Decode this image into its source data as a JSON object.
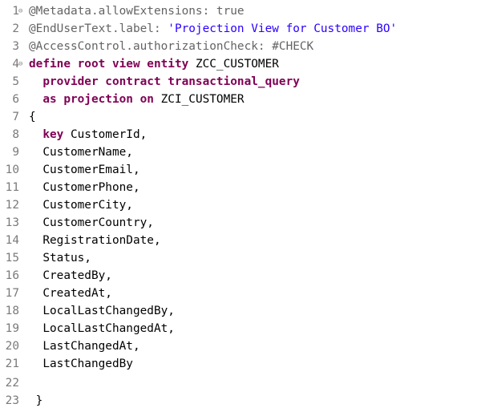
{
  "editor": {
    "lines": [
      {
        "num": "1",
        "fold": "⊖",
        "parts": [
          {
            "cls": "ann",
            "text": "@Metadata.allowExtensions: true"
          }
        ]
      },
      {
        "num": "2",
        "fold": "",
        "parts": [
          {
            "cls": "ann",
            "text": "@EndUserText.label: "
          },
          {
            "cls": "str",
            "text": "'Projection View for Customer BO'"
          }
        ]
      },
      {
        "num": "3",
        "fold": "",
        "parts": [
          {
            "cls": "ann",
            "text": "@AccessControl.authorizationCheck: #CHECK"
          }
        ]
      },
      {
        "num": "4",
        "fold": "⊖",
        "parts": [
          {
            "cls": "kw",
            "text": "define root view entity "
          },
          {
            "cls": "plain",
            "text": "ZCC_CUSTOMER"
          }
        ]
      },
      {
        "num": "5",
        "fold": "",
        "parts": [
          {
            "cls": "kw",
            "text": "  provider contract transactional_query"
          }
        ]
      },
      {
        "num": "6",
        "fold": "",
        "parts": [
          {
            "cls": "kw",
            "text": "  as projection on "
          },
          {
            "cls": "plain",
            "text": "ZCI_CUSTOMER"
          }
        ]
      },
      {
        "num": "7",
        "fold": "",
        "parts": [
          {
            "cls": "plain",
            "text": "{"
          }
        ]
      },
      {
        "num": "8",
        "fold": "",
        "parts": [
          {
            "cls": "kw",
            "text": "  key "
          },
          {
            "cls": "plain",
            "text": "CustomerId,"
          }
        ]
      },
      {
        "num": "9",
        "fold": "",
        "parts": [
          {
            "cls": "plain",
            "text": "  CustomerName,"
          }
        ]
      },
      {
        "num": "10",
        "fold": "",
        "parts": [
          {
            "cls": "plain",
            "text": "  CustomerEmail,"
          }
        ]
      },
      {
        "num": "11",
        "fold": "",
        "parts": [
          {
            "cls": "plain",
            "text": "  CustomerPhone,"
          }
        ]
      },
      {
        "num": "12",
        "fold": "",
        "parts": [
          {
            "cls": "plain",
            "text": "  CustomerCity,"
          }
        ]
      },
      {
        "num": "13",
        "fold": "",
        "parts": [
          {
            "cls": "plain",
            "text": "  CustomerCountry,"
          }
        ]
      },
      {
        "num": "14",
        "fold": "",
        "parts": [
          {
            "cls": "plain",
            "text": "  RegistrationDate,"
          }
        ]
      },
      {
        "num": "15",
        "fold": "",
        "parts": [
          {
            "cls": "plain",
            "text": "  Status,"
          }
        ]
      },
      {
        "num": "16",
        "fold": "",
        "parts": [
          {
            "cls": "plain",
            "text": "  CreatedBy,"
          }
        ]
      },
      {
        "num": "17",
        "fold": "",
        "parts": [
          {
            "cls": "plain",
            "text": "  CreatedAt,"
          }
        ]
      },
      {
        "num": "18",
        "fold": "",
        "parts": [
          {
            "cls": "plain",
            "text": "  LocalLastChangedBy,"
          }
        ]
      },
      {
        "num": "19",
        "fold": "",
        "parts": [
          {
            "cls": "plain",
            "text": "  LocalLastChangedAt,"
          }
        ]
      },
      {
        "num": "20",
        "fold": "",
        "parts": [
          {
            "cls": "plain",
            "text": "  LastChangedAt,"
          }
        ]
      },
      {
        "num": "21",
        "fold": "",
        "parts": [
          {
            "cls": "plain",
            "text": "  LastChangedBy"
          }
        ]
      },
      {
        "num": "22",
        "fold": "",
        "parts": []
      },
      {
        "num": "23",
        "fold": "",
        "parts": [
          {
            "cls": "plain",
            "text": " }"
          }
        ]
      }
    ]
  }
}
